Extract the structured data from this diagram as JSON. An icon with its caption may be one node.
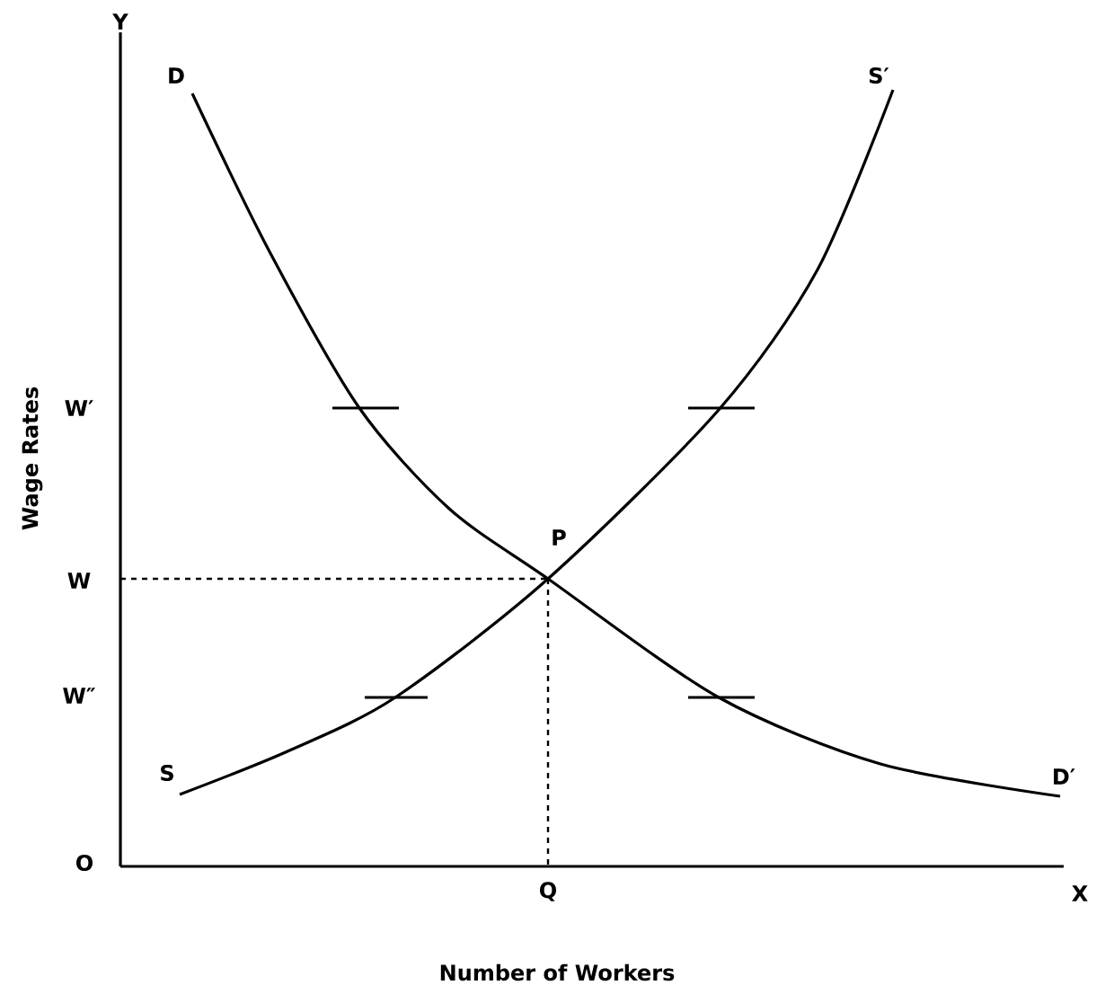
{
  "diagram": {
    "labels": [
      "Y",
      "D",
      "S′",
      "W′",
      "W",
      "P",
      "W″",
      "S",
      "D′",
      "O",
      "Q",
      "X",
      "Wage Rates",
      "Number of Workers"
    ]
  }
}
